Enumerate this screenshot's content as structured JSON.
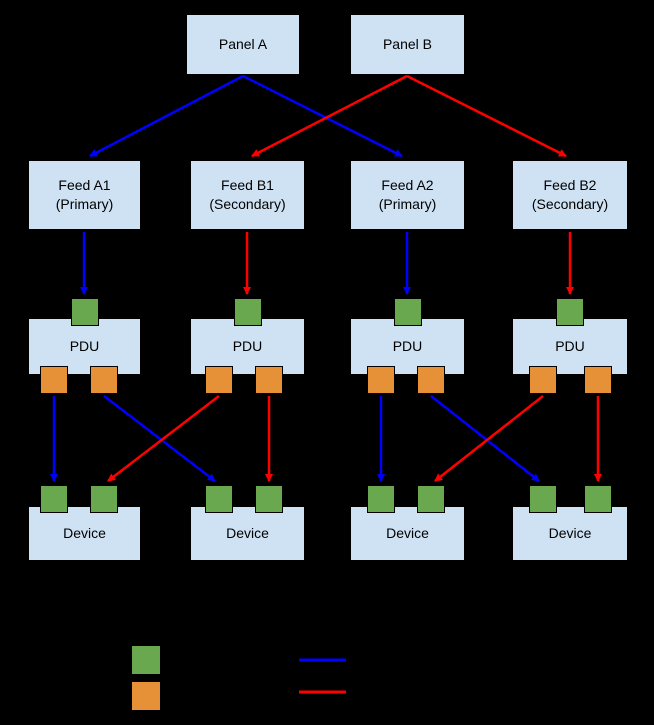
{
  "colors": {
    "background": "#000000",
    "box_fill": "#cfe2f3",
    "box_border": "#000000",
    "text": "#000000",
    "green": "#6aa84f",
    "orange": "#e69138",
    "blue": "#0000ff",
    "red": "#ff0000"
  },
  "panels": [
    {
      "label": "Panel A"
    },
    {
      "label": "Panel B"
    }
  ],
  "feeds": [
    {
      "line1": "Feed A1",
      "line2": "(Primary)"
    },
    {
      "line1": "Feed B1",
      "line2": "(Secondary)"
    },
    {
      "line1": "Feed A2",
      "line2": "(Primary)"
    },
    {
      "line1": "Feed B2",
      "line2": "(Secondary)"
    }
  ],
  "pdus": [
    {
      "label": "PDU"
    },
    {
      "label": "PDU"
    },
    {
      "label": "PDU"
    },
    {
      "label": "PDU"
    }
  ],
  "devices": [
    {
      "label": "Device"
    },
    {
      "label": "Device"
    },
    {
      "label": "Device"
    },
    {
      "label": "Device"
    }
  ],
  "legend": {
    "swatches": [
      {
        "name": "green-port-swatch",
        "color_key": "green"
      },
      {
        "name": "orange-port-swatch",
        "color_key": "orange"
      }
    ],
    "lines": [
      {
        "name": "blue-path-line",
        "color_key": "blue"
      },
      {
        "name": "red-path-line",
        "color_key": "red"
      }
    ]
  }
}
